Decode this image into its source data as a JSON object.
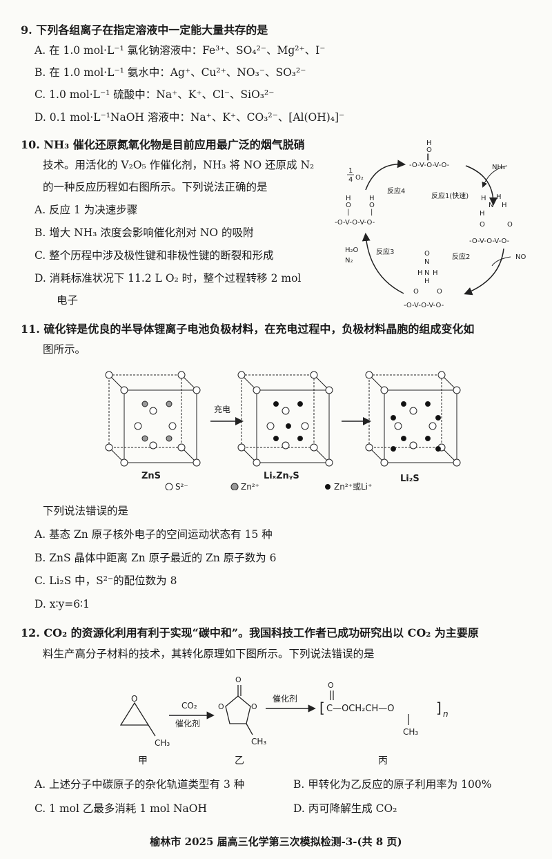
{
  "q9": {
    "stem": "9. 下列各组离子在指定溶液中一定能大量共存的是",
    "options": [
      "A. 在 1.0 mol·L⁻¹ 氯化钠溶液中：Fe³⁺、SO₄²⁻、Mg²⁺、I⁻",
      "B. 在 1.0 mol·L⁻¹ 氨水中：Ag⁺、Cu²⁺、NO₃⁻、SO₃²⁻",
      "C. 1.0 mol·L⁻¹ 硫酸中：Na⁺、K⁺、Cl⁻、SiO₃²⁻",
      "D. 0.1 mol·L⁻¹NaOH 溶液中：Na⁺、K⁺、CO₃²⁻、[Al(OH)₄]⁻"
    ]
  },
  "q10": {
    "stem_lines": [
      "10. NH₃ 催化还原氮氧化物是目前应用最广泛的烟气脱硝",
      "技术。用活化的 V₂O₅ 作催化剂，NH₃ 将 NO 还原成 N₂",
      "的一种反应历程如右图所示。下列说法正确的是"
    ],
    "options": [
      "A. 反应 1 为决速步骤",
      "B. 增大 NH₃ 浓度会影响催化剂对 NO 的吸附",
      "C. 整个历程中涉及极性键和非极性键的断裂和形成",
      "D. 消耗标准状况下 11.2 L O₂ 时，整个过程转移 2 mol",
      "电子"
    ],
    "figure": {
      "o2_label": "O₂",
      "o2_coef_num": "1",
      "o2_coef_den": "4",
      "nh3_label": "NH₃",
      "no_label": "NO",
      "h2o_label": "H₂O",
      "n2_label": "N₂",
      "r1": "反应1(快速)",
      "r2": "反应2",
      "r3": "反应3",
      "r4": "反应4"
    }
  },
  "q11": {
    "stem_lines": [
      "11. 硫化锌是优良的半导体锂离子电池负极材料，在充电过程中，负极材料晶胞的组成变化如",
      "图所示。"
    ],
    "figure": {
      "labels": [
        "ZnS",
        "LiₓZnᵧS",
        "Li₂S"
      ],
      "charge_label": "充电",
      "legend": [
        "S²⁻",
        "Zn²⁺",
        "Zn²⁺或Li⁺"
      ]
    },
    "prompt": "下列说法错误的是",
    "options": [
      "A. 基态 Zn 原子核外电子的空间运动状态有 15 种",
      "B. ZnS 晶体中距离 Zn 原子最近的 Zn 原子数为 6",
      "C. Li₂S 中，S²⁻的配位数为 8",
      "D. x∶y=6∶1"
    ]
  },
  "q12": {
    "stem_lines": [
      "12. CO₂ 的资源化利用有利于实现“碳中和”。我国科技工作者已成功研究出以 CO₂ 为主要原",
      "料生产高分子材料的技术，其转化原理如下图所示。下列说法错误的是"
    ],
    "figure": {
      "arrow1_top": "CO₂",
      "arrow1_bottom": "催化剂",
      "arrow2_top": "催化剂",
      "names": [
        "甲",
        "乙",
        "丙"
      ],
      "ch3": "CH₃",
      "o": "O",
      "polymer_main": "C—OCH₂CH—O",
      "n": "n"
    },
    "options": [
      "A. 上述分子中碳原子的杂化轨道类型有 3 种",
      "B. 甲转化为乙反应的原子利用率为 100%",
      "C. 1 mol 乙最多消耗 1 mol NaOH",
      "D. 丙可降解生成 CO₂"
    ]
  },
  "footer": "榆林市 2025 届高三化学第三次模拟检测-3-(共 8 页)"
}
